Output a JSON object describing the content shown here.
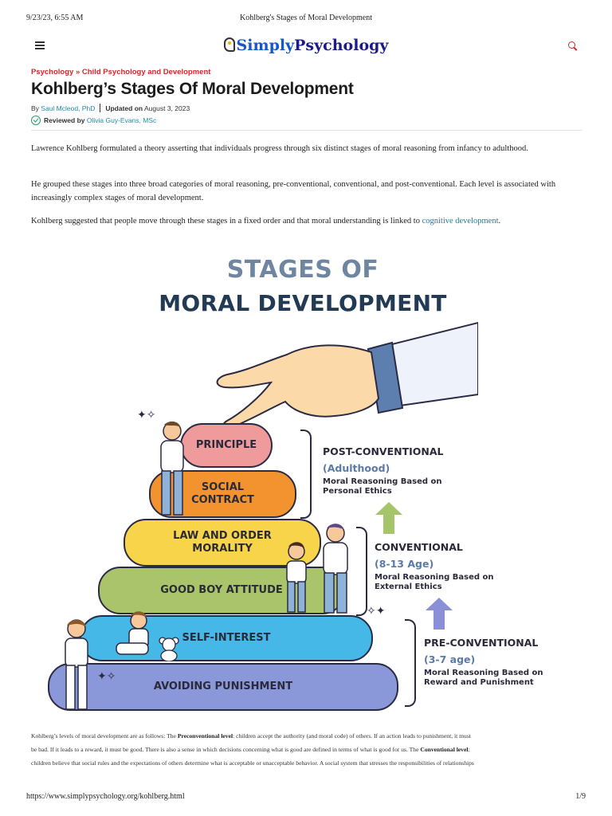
{
  "print": {
    "date": "9/23/23, 6:55 AM",
    "title": "Kohlberg's Stages of Moral Development",
    "url": "https://www.simplypsychology.org/kohlberg.html",
    "page": "1/9"
  },
  "header": {
    "logo_simply": "Simply",
    "logo_psychology": "Psychology"
  },
  "breadcrumb": {
    "items": [
      "Psychology",
      "Child Psychology and Development"
    ],
    "separator": "»"
  },
  "article": {
    "title": "Kohlberg’s Stages Of Moral Development",
    "by_label": "By",
    "author": "Saul Mcleod, PhD",
    "updated_label": "Updated on",
    "updated_date": "August 3, 2023",
    "reviewed_label": "Reviewed by",
    "reviewer": "Olivia Guy-Evans, MSc",
    "p1": "Lawrence Kohlberg formulated a theory asserting that individuals progress through six distinct stages of moral reasoning from infancy to adulthood.",
    "p2": "He grouped these stages into three broad categories of moral reasoning, pre-conventional, conventional, and post-conventional. Each level is associated with increasingly complex stages of moral development.",
    "p3_before": "Kohlberg suggested that people move through these stages in a fixed order and that moral understanding is linked to ",
    "p3_link": "cognitive development",
    "p3_after": "."
  },
  "infographic": {
    "title_line1": "STAGES OF",
    "title_line2": "MORAL DEVELOPMENT",
    "stages": [
      {
        "label": "PRINCIPLE",
        "color": "#ef9b9b"
      },
      {
        "label": "SOCIAL CONTRACT",
        "color": "#f2932f"
      },
      {
        "label": "LAW AND ORDER MORALITY",
        "color": "#f7d44a"
      },
      {
        "label": "GOOD BOY ATTITUDE",
        "color": "#a9c46b"
      },
      {
        "label": "SELF-INTEREST",
        "color": "#45b8e8"
      },
      {
        "label": "AVOIDING PUNISHMENT",
        "color": "#8a97d8"
      }
    ],
    "levels": [
      {
        "title": "POST-CONVENTIONAL",
        "age": "(Adulthood)",
        "desc": "Moral Reasoning Based on Personal Ethics"
      },
      {
        "title": "CONVENTIONAL",
        "age": "(8-13 Age)",
        "desc": "Moral Reasoning Based on External Ethics"
      },
      {
        "title": "PRE-CONVENTIONAL",
        "age": "(3-7 age)",
        "desc": "Moral Reasoning Based on Reward and Punishment"
      }
    ],
    "arrow_colors": {
      "upper": "#a6c46a",
      "lower": "#8a8fd8"
    }
  },
  "caption": {
    "line1_a": "Kohlberg’s levels of moral development are as follows: The ",
    "line1_b": "Preconventional level",
    "line1_c": ": children accept the authority (and moral code) of others. If an action leads to punishment, it must",
    "line2_a": "be bad. If it leads to a reward, it must be good. There is also a sense in which decisions concerning what is good are defined in terms of what is good for us. The ",
    "line2_b": "Conventional level",
    "line2_c": ":",
    "line3": "children believe that social rules and the expectations of others determine what is acceptable or unacceptable behavior. A social system that stresses the responsibilities of relationships"
  }
}
